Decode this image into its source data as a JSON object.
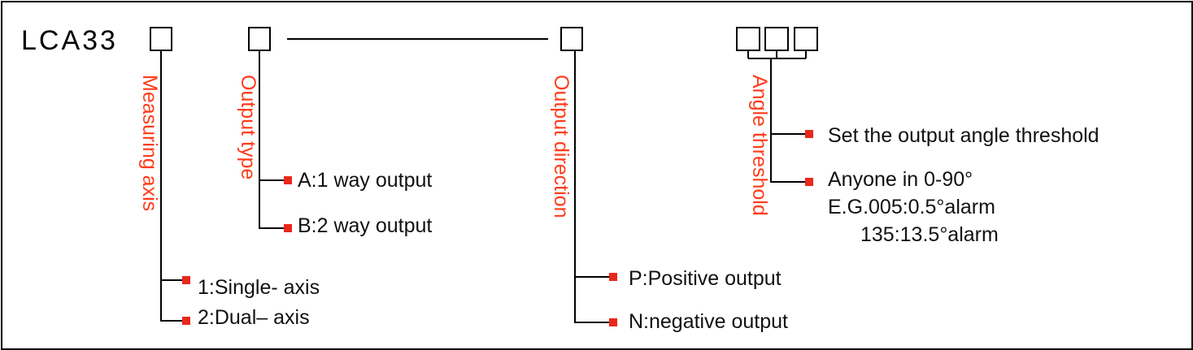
{
  "code": {
    "prefix": "LCA33"
  },
  "colors": {
    "line": "#000000",
    "label": "#ff3b1a",
    "marker": "#e8281c",
    "text": "#111111"
  },
  "fields": {
    "measuring_axis": {
      "label": "Measuring axis",
      "options": [
        "1:Single- axis",
        "2:Dual– axis"
      ]
    },
    "output_type": {
      "label": "Output type",
      "options": [
        "A:1 way output",
        "B:2 way output"
      ]
    },
    "output_direction": {
      "label": "Output direction",
      "options": [
        "P:Positive output",
        "N:negative output"
      ]
    },
    "angle_threshold": {
      "label": "Angle threshold",
      "options": [
        "Set the output angle threshold",
        "Anyone in 0-90°"
      ],
      "examples": [
        "E.G.005:0.5°alarm",
        "135:13.5°alarm"
      ]
    }
  }
}
